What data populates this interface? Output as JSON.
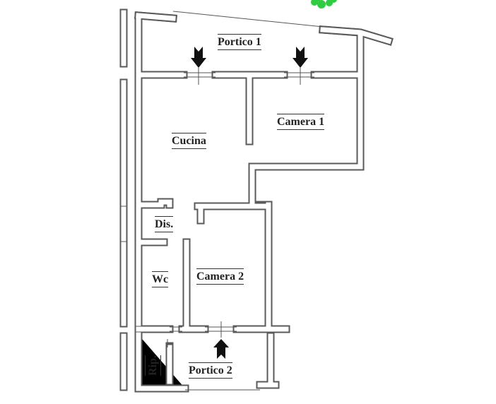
{
  "rooms": {
    "portico1": "Portico 1",
    "camera1": "Camera 1",
    "cucina": "Cucina",
    "dis": "Dis.",
    "wc": "Wc",
    "camera2": "Camera 2",
    "rip": "Rip.",
    "portico2": "Portico 2"
  },
  "colors": {
    "wall": "#5a5a5a",
    "vegetation": "#2ecc40",
    "arrow": "#111111"
  }
}
